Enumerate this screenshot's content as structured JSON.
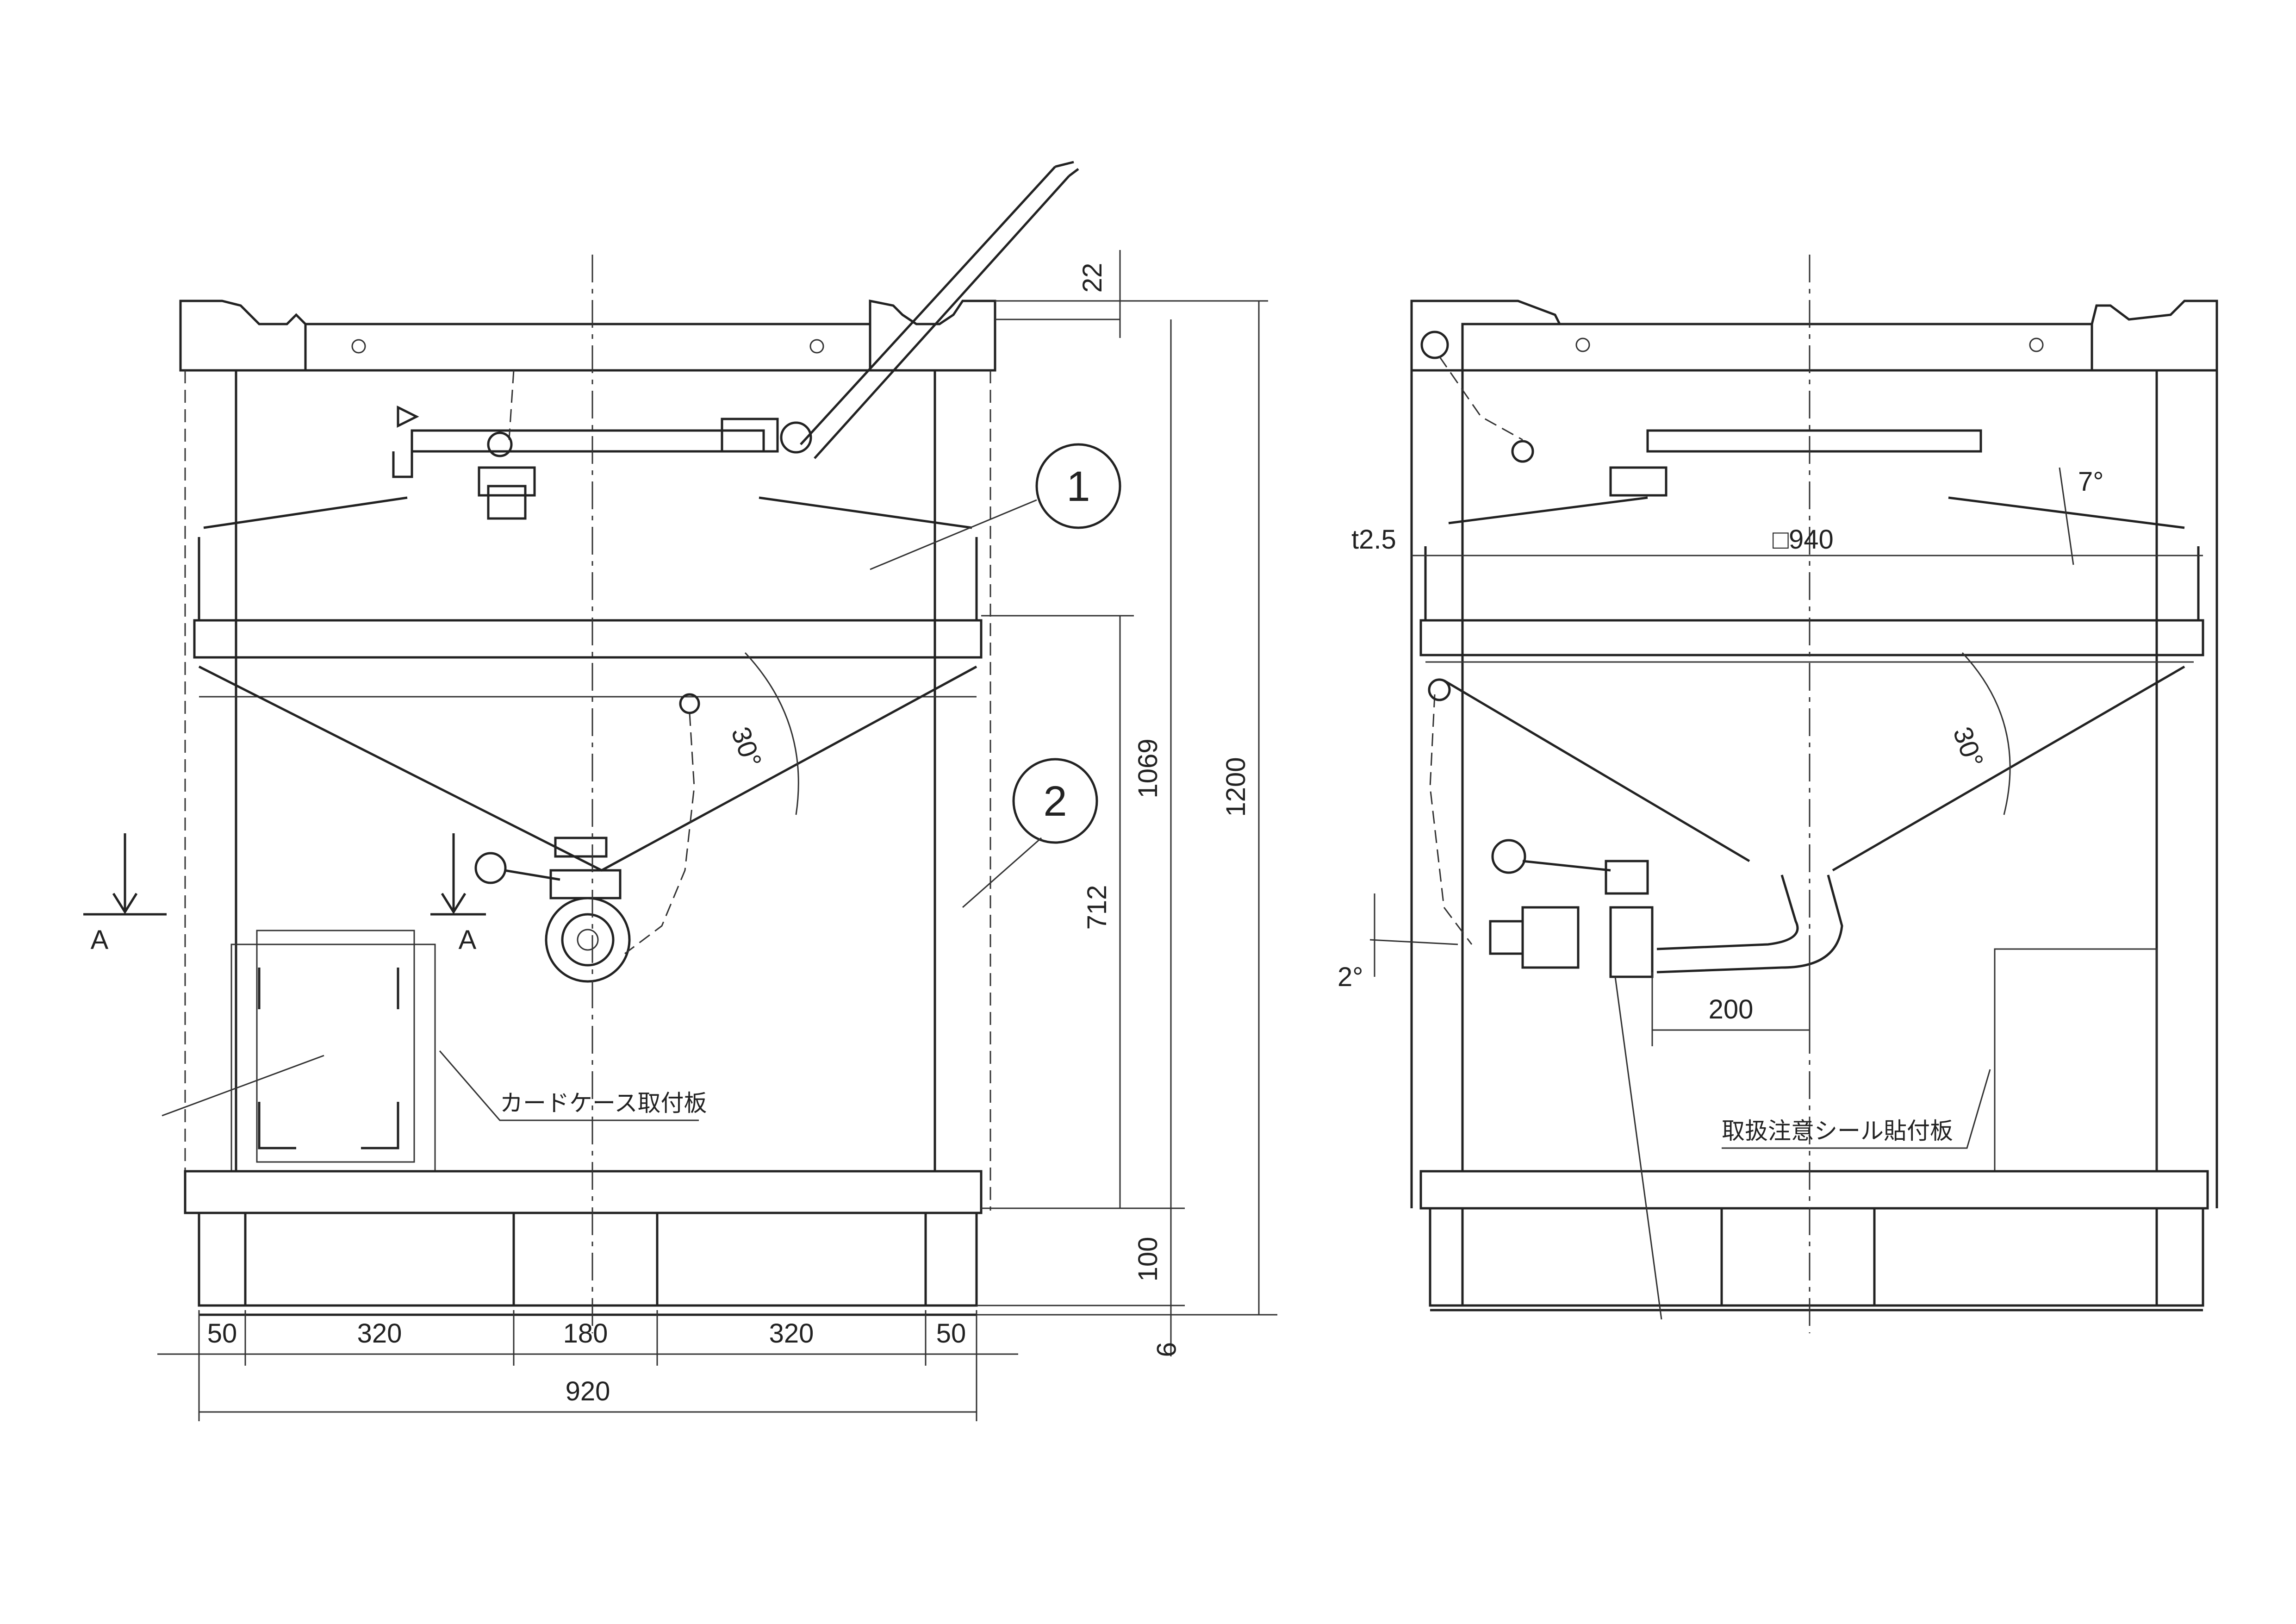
{
  "balloons": {
    "part1": "1",
    "part2": "2"
  },
  "section_marks": {
    "left": "A",
    "right": "A"
  },
  "labels": {
    "card_case": "カードケース取付板",
    "caution_seal": "取扱注意シール貼付板"
  },
  "dimensions": {
    "bottom": {
      "d50a": "50",
      "d320a": "320",
      "d180": "180",
      "d320b": "320",
      "d50b": "50",
      "total": "920"
    },
    "vertical": {
      "top": "22",
      "d1069": "1069",
      "d1200": "1200",
      "d712": "712",
      "d100": "100",
      "d9": "9"
    },
    "side": {
      "thickness": "t2.5",
      "square": "□940",
      "angle_top": "7°",
      "angle_cone_front": "30°",
      "angle_cone_side": "30°",
      "angle_outlet": "2°",
      "outlet": "200"
    }
  }
}
